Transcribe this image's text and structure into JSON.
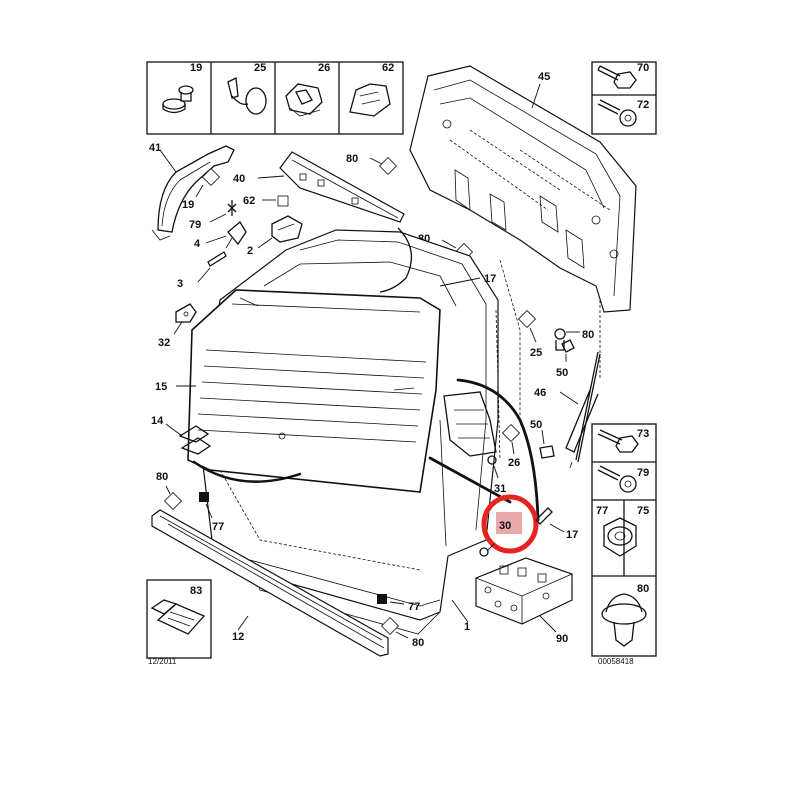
{
  "diagram": {
    "highlighted_part": "30",
    "highlight_color": "#e8231f",
    "highlight_fill": "#e8a9ab",
    "footer_left": "12/2011",
    "footer_right": "00058418",
    "callouts": [
      {
        "id": "c19a",
        "text": "19"
      },
      {
        "id": "c25a",
        "text": "25"
      },
      {
        "id": "c26a",
        "text": "26"
      },
      {
        "id": "c62a",
        "text": "62"
      },
      {
        "id": "c70",
        "text": "70"
      },
      {
        "id": "c72",
        "text": "72"
      },
      {
        "id": "c45",
        "text": "45"
      },
      {
        "id": "c41",
        "text": "41"
      },
      {
        "id": "c40",
        "text": "40"
      },
      {
        "id": "c80a",
        "text": "80"
      },
      {
        "id": "c19b",
        "text": "19"
      },
      {
        "id": "c79a",
        "text": "79"
      },
      {
        "id": "c62b",
        "text": "62"
      },
      {
        "id": "c4",
        "text": "4"
      },
      {
        "id": "c2",
        "text": "2"
      },
      {
        "id": "c80b",
        "text": "80"
      },
      {
        "id": "c3",
        "text": "3"
      },
      {
        "id": "c17a",
        "text": "17"
      },
      {
        "id": "c32",
        "text": "32"
      },
      {
        "id": "c25b",
        "text": "25"
      },
      {
        "id": "c80c",
        "text": "80"
      },
      {
        "id": "c50a",
        "text": "50"
      },
      {
        "id": "c15",
        "text": "15"
      },
      {
        "id": "c46",
        "text": "46"
      },
      {
        "id": "c14",
        "text": "14"
      },
      {
        "id": "c50b",
        "text": "50"
      },
      {
        "id": "c26b",
        "text": "26"
      },
      {
        "id": "c31",
        "text": "31"
      },
      {
        "id": "c80d",
        "text": "80"
      },
      {
        "id": "c77a",
        "text": "77"
      },
      {
        "id": "c30",
        "text": "30"
      },
      {
        "id": "c17b",
        "text": "17"
      },
      {
        "id": "c12",
        "text": "12"
      },
      {
        "id": "c77b",
        "text": "77"
      },
      {
        "id": "c1",
        "text": "1"
      },
      {
        "id": "c80e",
        "text": "80"
      },
      {
        "id": "c90",
        "text": "90"
      },
      {
        "id": "c83",
        "text": "83"
      },
      {
        "id": "c73",
        "text": "73"
      },
      {
        "id": "c79b",
        "text": "79"
      },
      {
        "id": "c77c",
        "text": "77"
      },
      {
        "id": "c75",
        "text": "75"
      },
      {
        "id": "c80f",
        "text": "80"
      }
    ]
  }
}
